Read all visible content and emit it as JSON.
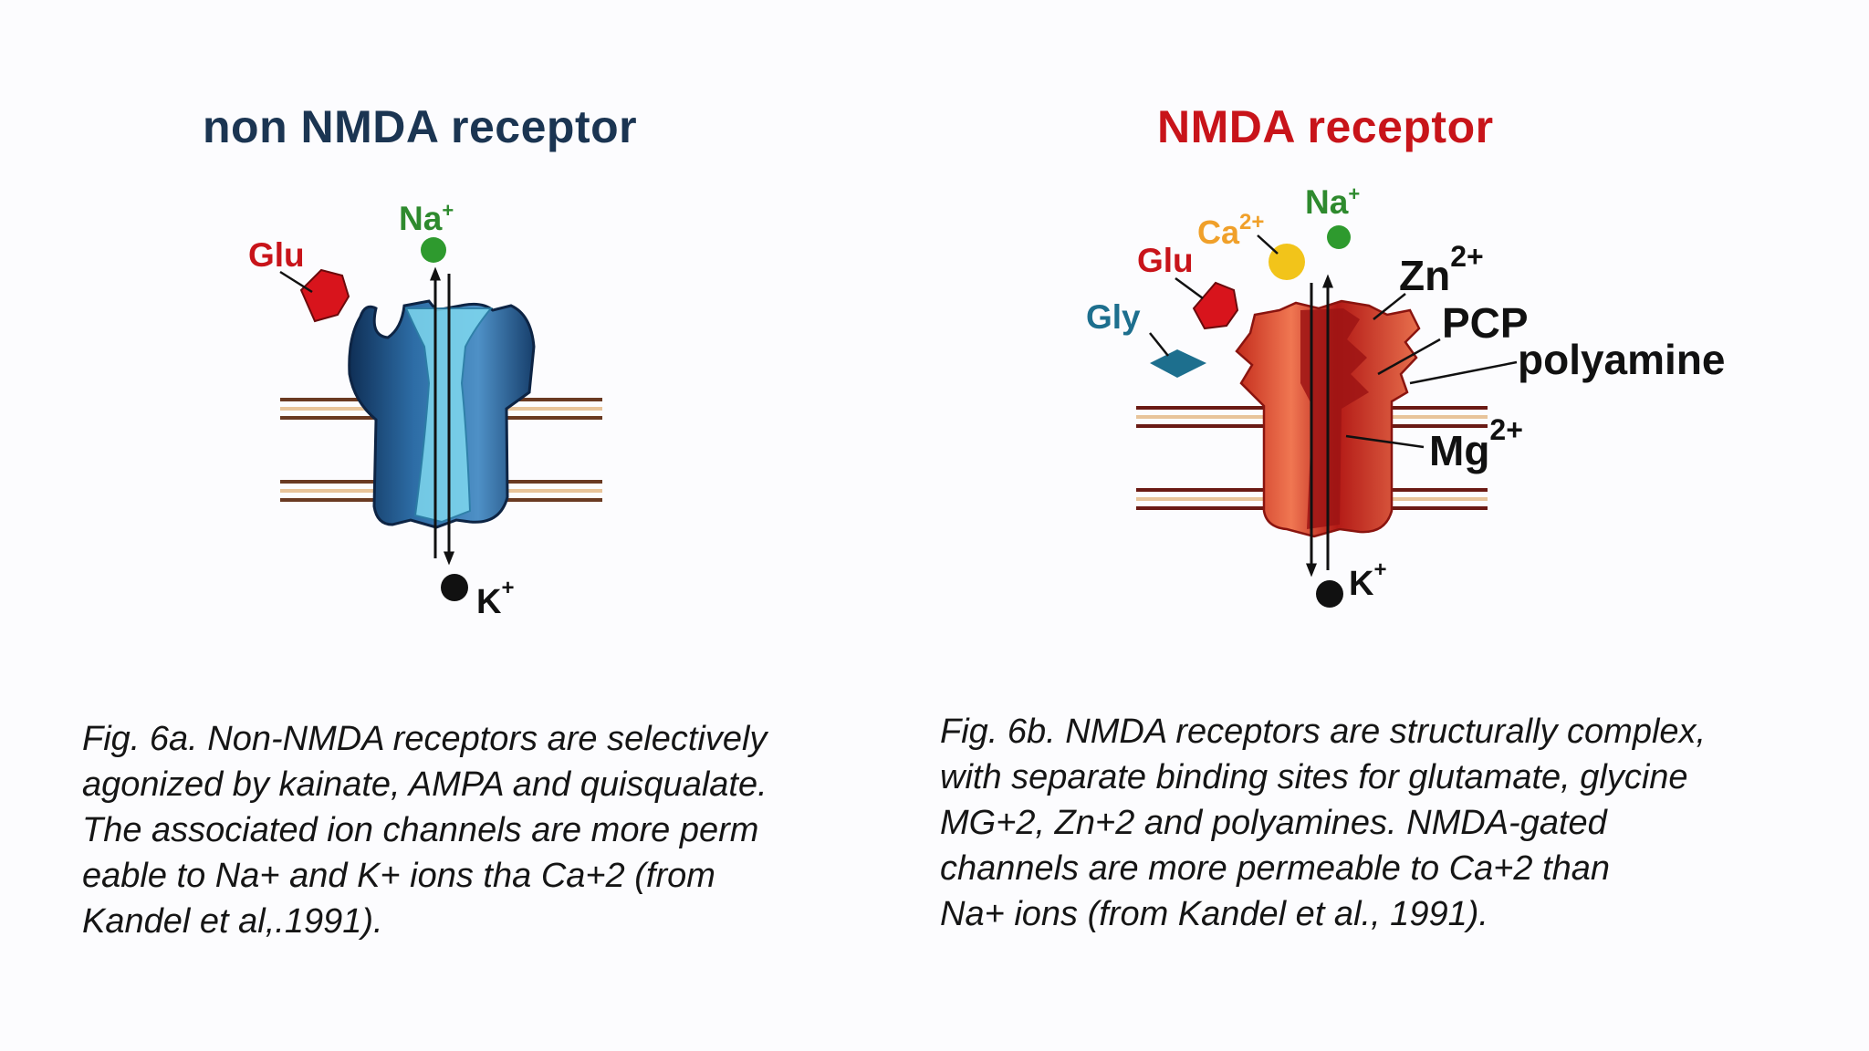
{
  "panels": {
    "left": {
      "title": "non NMDA receptor",
      "labels": {
        "glu": "Glu",
        "na": "Na",
        "na_charge": "+",
        "k": "K",
        "k_charge": "+"
      },
      "caption_lines": [
        "Fig. 6a. Non-NMDA receptors are selectively",
        "agonized by kainate, AMPA and quisqualate.",
        "The associated ion channels are more perm",
        "eable to Na+ and K+ ions tha Ca+2 (from",
        "Kandel et al,.1991)."
      ]
    },
    "right": {
      "title": "NMDA receptor",
      "labels": {
        "ca": "Ca",
        "ca_charge": "2+",
        "na": "Na",
        "na_charge": "+",
        "glu": "Glu",
        "gly": "Gly",
        "zn": "Zn",
        "zn_charge": "2+",
        "pcp": "PCP",
        "polyamine": "polyamine",
        "mg": "Mg",
        "mg_charge": "2+",
        "k": "K",
        "k_charge": "+"
      },
      "caption_lines": [
        "Fig. 6b. NMDA receptors are structurally complex,",
        "with separate binding  sites for glutamate, glycine",
        "MG+2, Zn+2 and polyamines. NMDA-gated",
        "channels are more permeable to Ca+2 than",
        "Na+ ions (from Kandel et al., 1991)."
      ]
    }
  },
  "colors": {
    "left_title": "#1b3552",
    "right_title": "#c8141a",
    "glu": "#d8141c",
    "na": "#2e9a2e",
    "ca": "#f2c41a",
    "gly": "#1d6f8e",
    "k": "#111111",
    "membrane": "#6a3a22"
  }
}
